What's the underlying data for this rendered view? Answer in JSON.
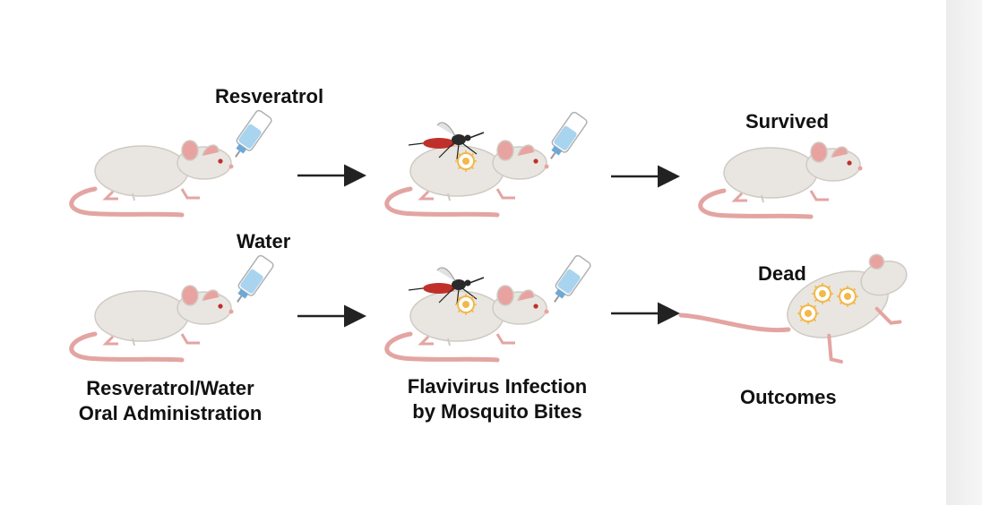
{
  "labels": {
    "resveratrol": "Resveratrol",
    "water": "Water",
    "survived": "Survived",
    "dead": "Dead",
    "stage1_line1": "Resveratrol/Water",
    "stage1_line2": "Oral Administration",
    "stage2_line1": "Flavivirus Infection",
    "stage2_line2": "by Mosquito Bites",
    "stage3": "Outcomes"
  },
  "colors": {
    "mouse_body": "#e9e6e1",
    "mouse_shadow": "#cfcac3",
    "mouse_pink": "#e8a3a0",
    "tail": "#e3a5a2",
    "bottle": "#a8d4f0",
    "mosquito_body": "#c0302a",
    "virus": "#f2b84a",
    "arrow": "#222222"
  },
  "icons": [
    "mouse-icon",
    "water-bottle-icon",
    "mosquito-icon",
    "virus-icon",
    "arrow-icon"
  ]
}
